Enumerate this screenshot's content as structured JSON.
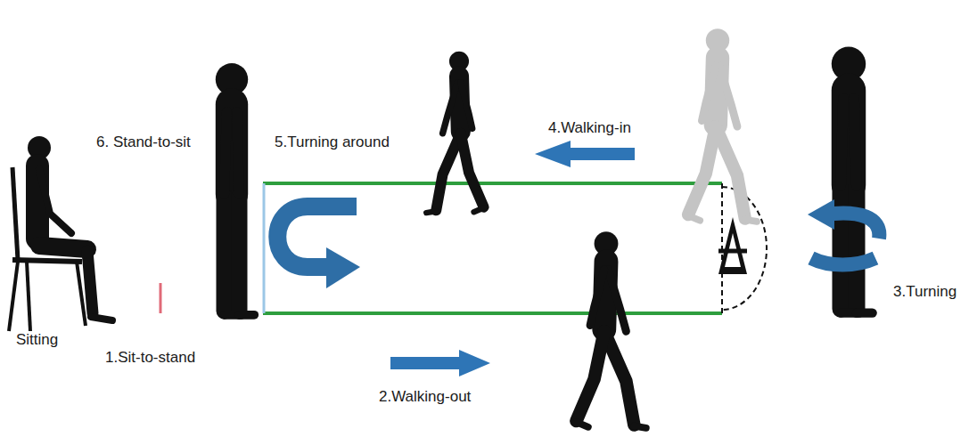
{
  "diagram": {
    "labels": [
      "6. Stand-to-sit",
      "5.Turning around",
      "4.Walking-in",
      "Sitting",
      "3.Turning",
      "1.Sit-to-stand",
      "2.Walking-out"
    ]
  }
}
